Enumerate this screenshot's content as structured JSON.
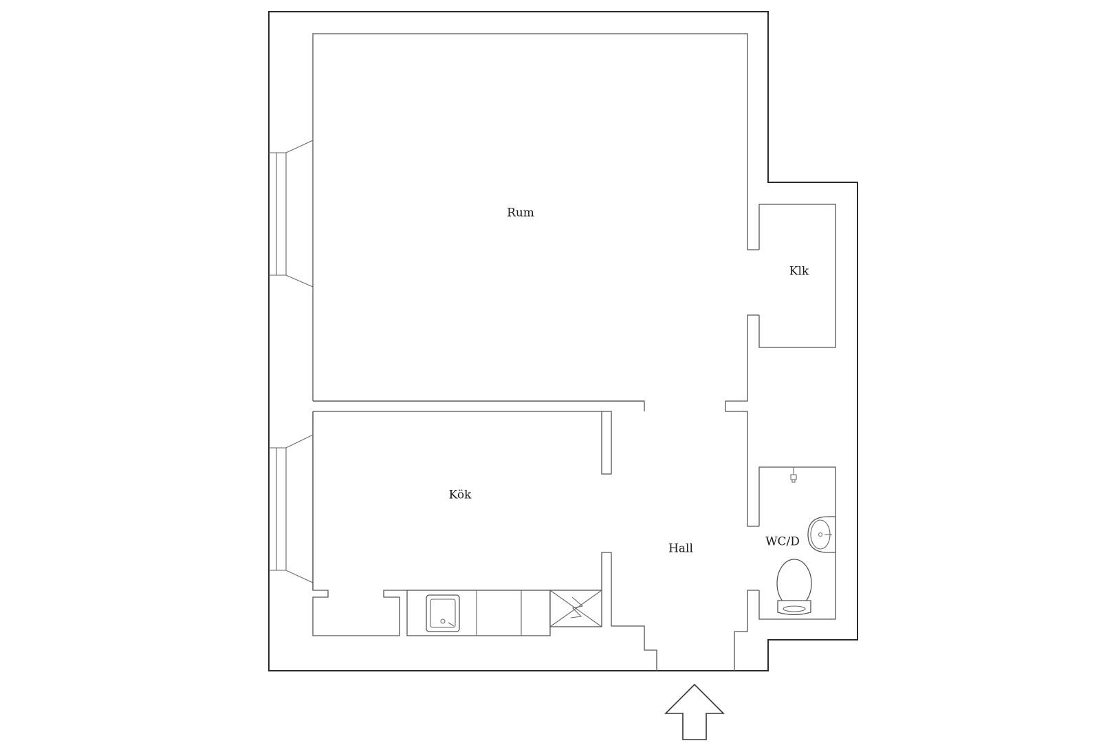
{
  "floorplan": {
    "rooms": [
      {
        "id": "rum",
        "label": "Rum"
      },
      {
        "id": "klk",
        "label": "Klk"
      },
      {
        "id": "kok",
        "label": "Kök"
      },
      {
        "id": "hall",
        "label": "Hall"
      },
      {
        "id": "wcd",
        "label": "WC/D"
      }
    ],
    "fixtures": [
      "kitchen-sink",
      "stove",
      "wall-tap",
      "washbasin",
      "toilet"
    ],
    "entrance": "entrance-arrow"
  }
}
